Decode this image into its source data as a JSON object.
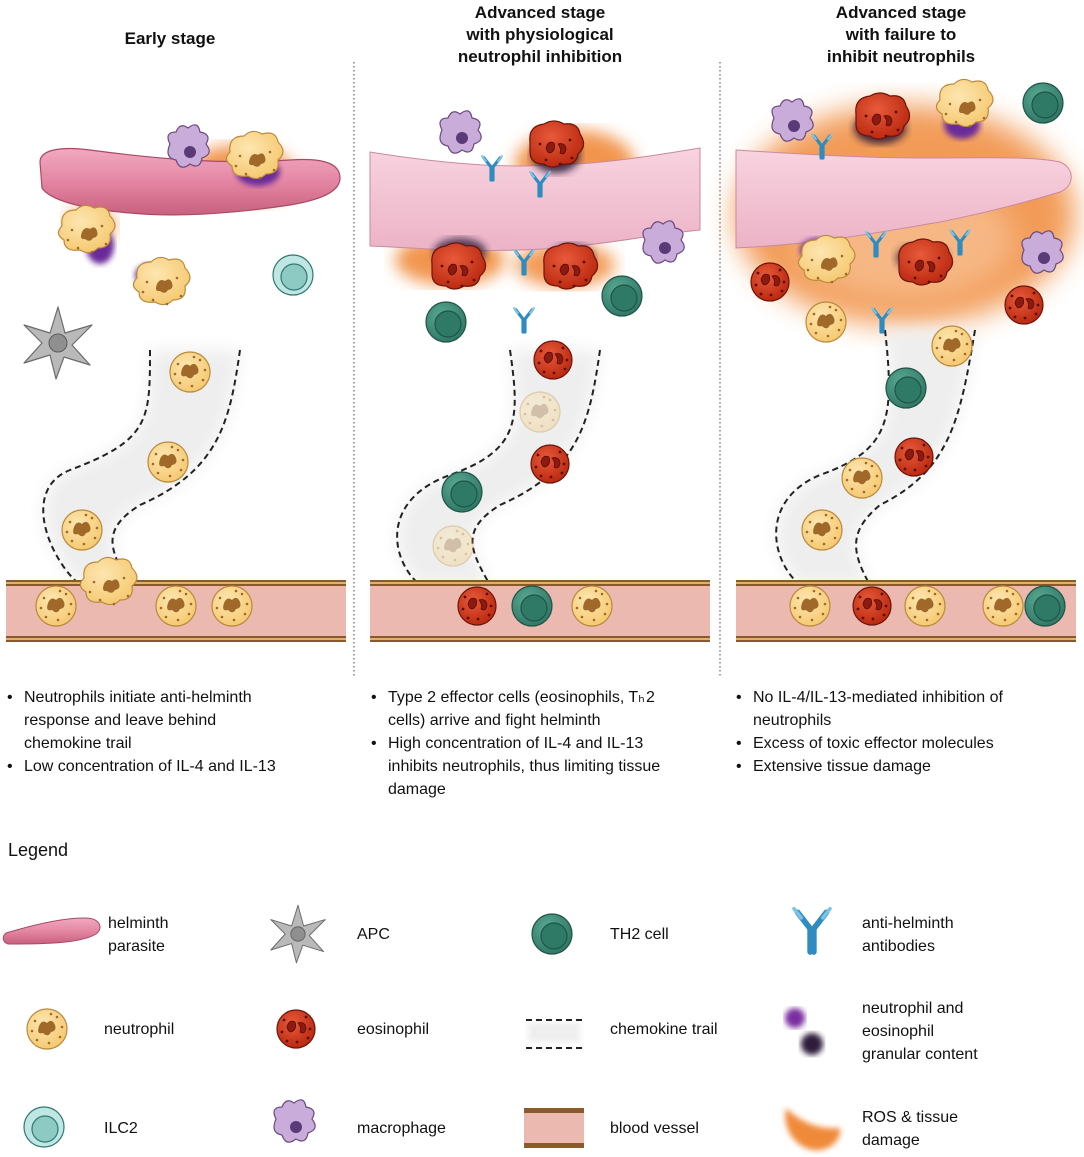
{
  "panels": [
    {
      "title_lines": [
        "Early stage"
      ],
      "bullets": [
        [
          "Neutrophils initiate anti-helminth",
          "response and leave behind",
          "chemokine trail"
        ],
        [
          "Low concentration of IL-4 and IL-13"
        ]
      ]
    },
    {
      "title_lines": [
        "Advanced stage",
        "with physiological",
        "neutrophil inhibition"
      ],
      "bullets": [
        [
          "Type 2 effector cells (eosinophils, Tₕ 2",
          "cells) arrive and fight helminth"
        ],
        [
          "High concentration of  IL-4 and IL-13",
          "inhibits neutrophils, thus limiting tissue",
          "damage"
        ]
      ]
    },
    {
      "title_lines": [
        "Advanced stage",
        "with failure to",
        "inhibit neutrophils"
      ],
      "bullets": [
        [
          "No IL-4/IL-13-mediated inhibition of",
          "neutrophils"
        ],
        [
          "Excess of toxic effector molecules"
        ],
        [
          "Extensive tissue damage"
        ]
      ]
    }
  ],
  "legend": {
    "title": "Legend",
    "items": [
      {
        "icon": "helminth-icon",
        "lines": [
          "helminth",
          "parasite"
        ]
      },
      {
        "icon": "apc-icon",
        "lines": [
          "APC"
        ]
      },
      {
        "icon": "th2-cell-icon",
        "lines": [
          "TH2 cell"
        ]
      },
      {
        "icon": "antibody-icon",
        "lines": [
          "anti-helminth",
          "antibodies"
        ]
      },
      {
        "icon": "neutrophil-icon",
        "lines": [
          "neutrophil"
        ]
      },
      {
        "icon": "eosinophil-icon",
        "lines": [
          "eosinophil"
        ]
      },
      {
        "icon": "chemokine-trail-icon",
        "lines": [
          "chemokine trail"
        ]
      },
      {
        "icon": "granule-icon",
        "lines": [
          "neutrophil and",
          "eosinophil",
          "granular content"
        ]
      },
      {
        "icon": "ilc2-icon",
        "lines": [
          "ILC2"
        ]
      },
      {
        "icon": "macrophage-icon",
        "lines": [
          "macrophage"
        ]
      },
      {
        "icon": "blood-vessel-icon",
        "lines": [
          "blood vessel"
        ]
      },
      {
        "icon": "ros-icon",
        "lines": [
          "ROS & tissue",
          "damage"
        ]
      }
    ]
  },
  "colors": {
    "helminth": "#e07a9a",
    "neutrophil": "#f8d68c",
    "neutrophil_nucleus": "#a0692a",
    "eosinophil": "#d63a1e",
    "eosinophil_nucleus": "#8c1a10",
    "th2": "#3f8f7a",
    "ilc2": "#9dd3cf",
    "macrophage": "#c4a6d4",
    "apc": "#b0b0b0",
    "antibody": "#3b9dd0",
    "granule": "#7a2fa0",
    "ros": "#f08a3a",
    "vessel": "#ebb9b0",
    "vessel_border": "#8b5a2b"
  }
}
